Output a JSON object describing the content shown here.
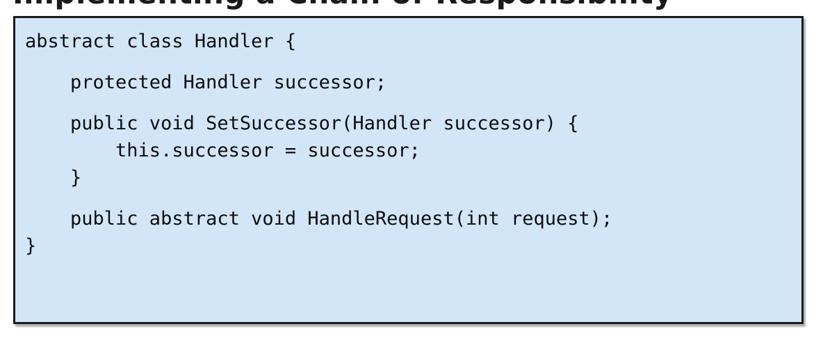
{
  "slide": {
    "clipped_heading": "Implementing a Chain of Responsibility"
  },
  "code_panel": {
    "language": "csharp",
    "background_color": "#d2e6f8",
    "border_color": "#1a1a1a",
    "text_color": "#0d0d0d",
    "lines": [
      {
        "text": "abstract class Handler {",
        "blank": false
      },
      {
        "text": "",
        "blank": true
      },
      {
        "text": "    protected Handler successor;",
        "blank": false
      },
      {
        "text": "",
        "blank": true
      },
      {
        "text": "    public void SetSuccessor(Handler successor) {",
        "blank": false
      },
      {
        "text": "        this.successor = successor;",
        "blank": false
      },
      {
        "text": "    }",
        "blank": false
      },
      {
        "text": "",
        "blank": true
      },
      {
        "text": "    public abstract void HandleRequest(int request);",
        "blank": false
      },
      {
        "text": "}",
        "blank": false
      }
    ]
  }
}
